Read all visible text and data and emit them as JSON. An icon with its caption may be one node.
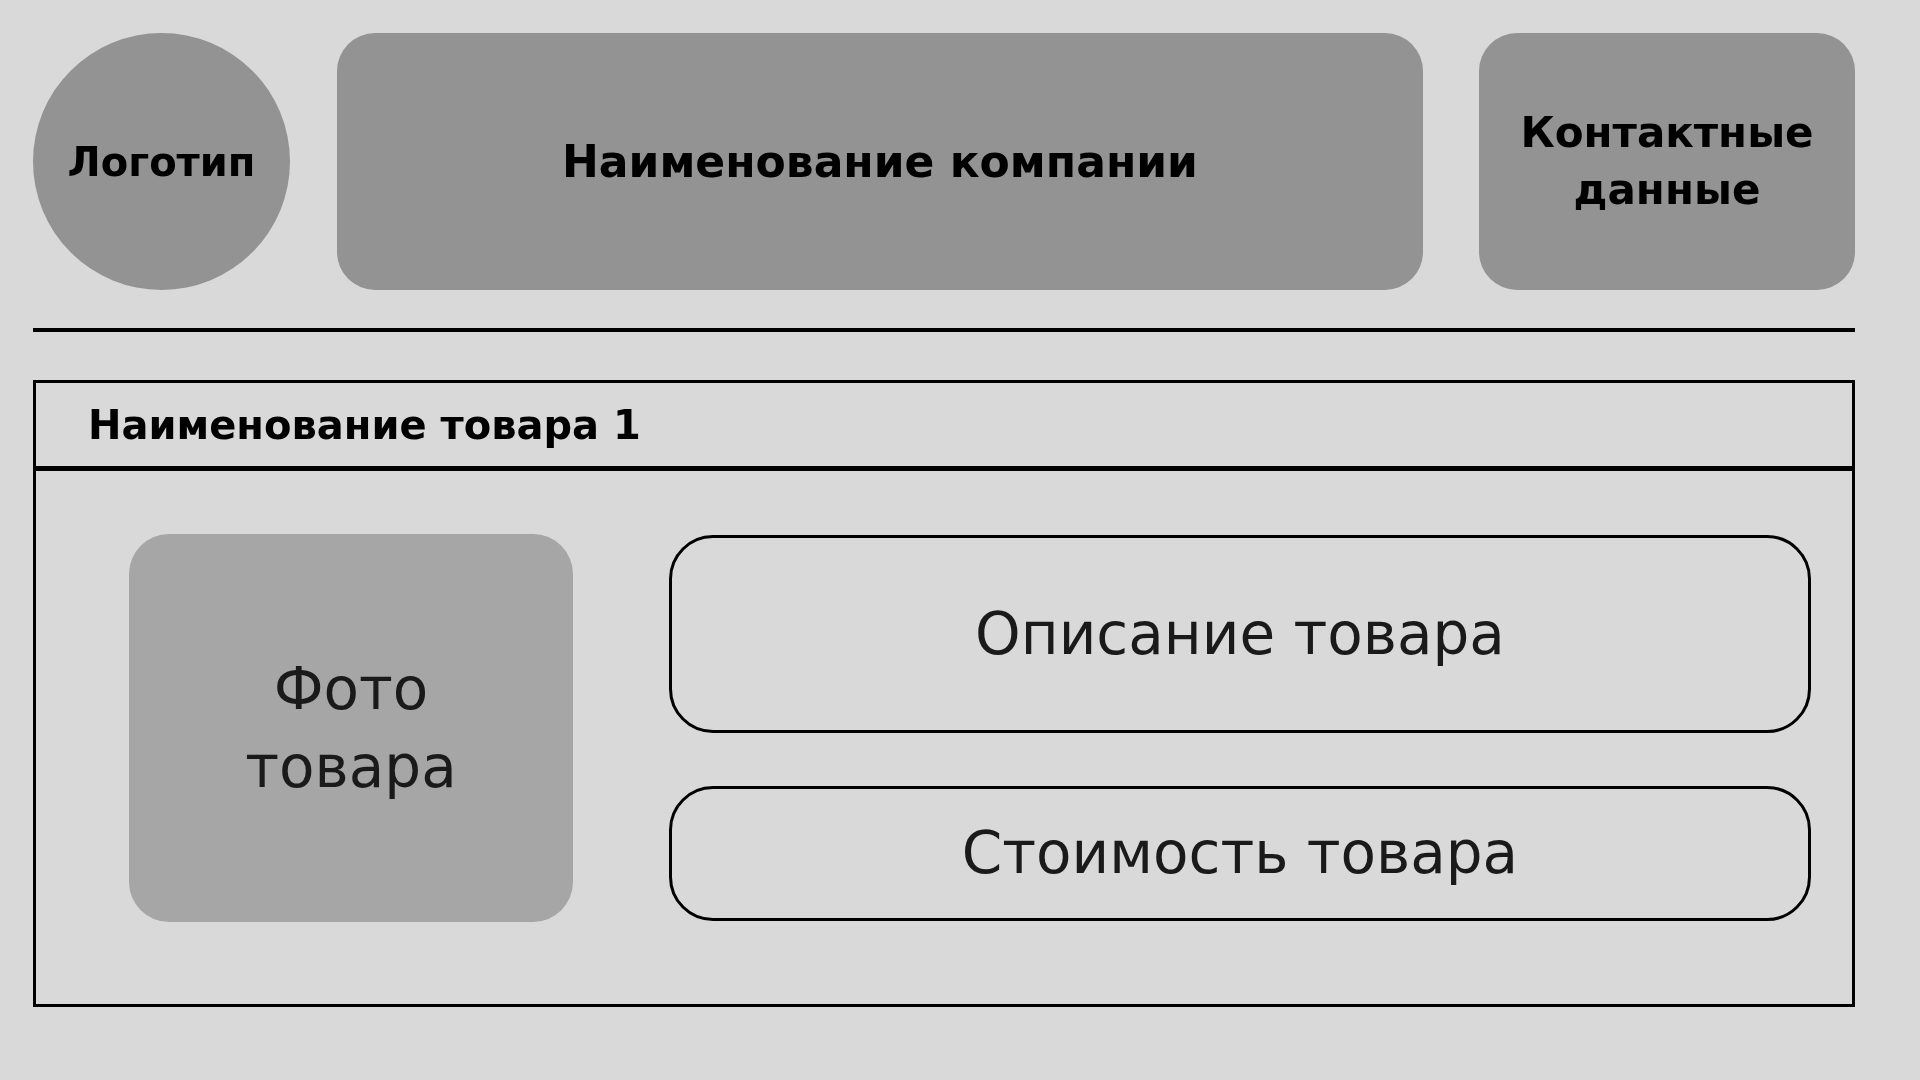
{
  "diagram": {
    "nodes": [
      {
        "text": [
          "Логотип"
        ]
      },
      {
        "text": [
          "Наименование компании"
        ]
      },
      {
        "text": [
          "Контактные данные"
        ]
      },
      {
        "text": [
          "Наименование товара 1"
        ]
      },
      {
        "text": [
          "Фото товара"
        ],
        "in": 3
      },
      {
        "text": [
          "Описание товара"
        ],
        "in": 3
      },
      {
        "text": [
          "Стоимость товара"
        ],
        "in": 3
      }
    ]
  }
}
